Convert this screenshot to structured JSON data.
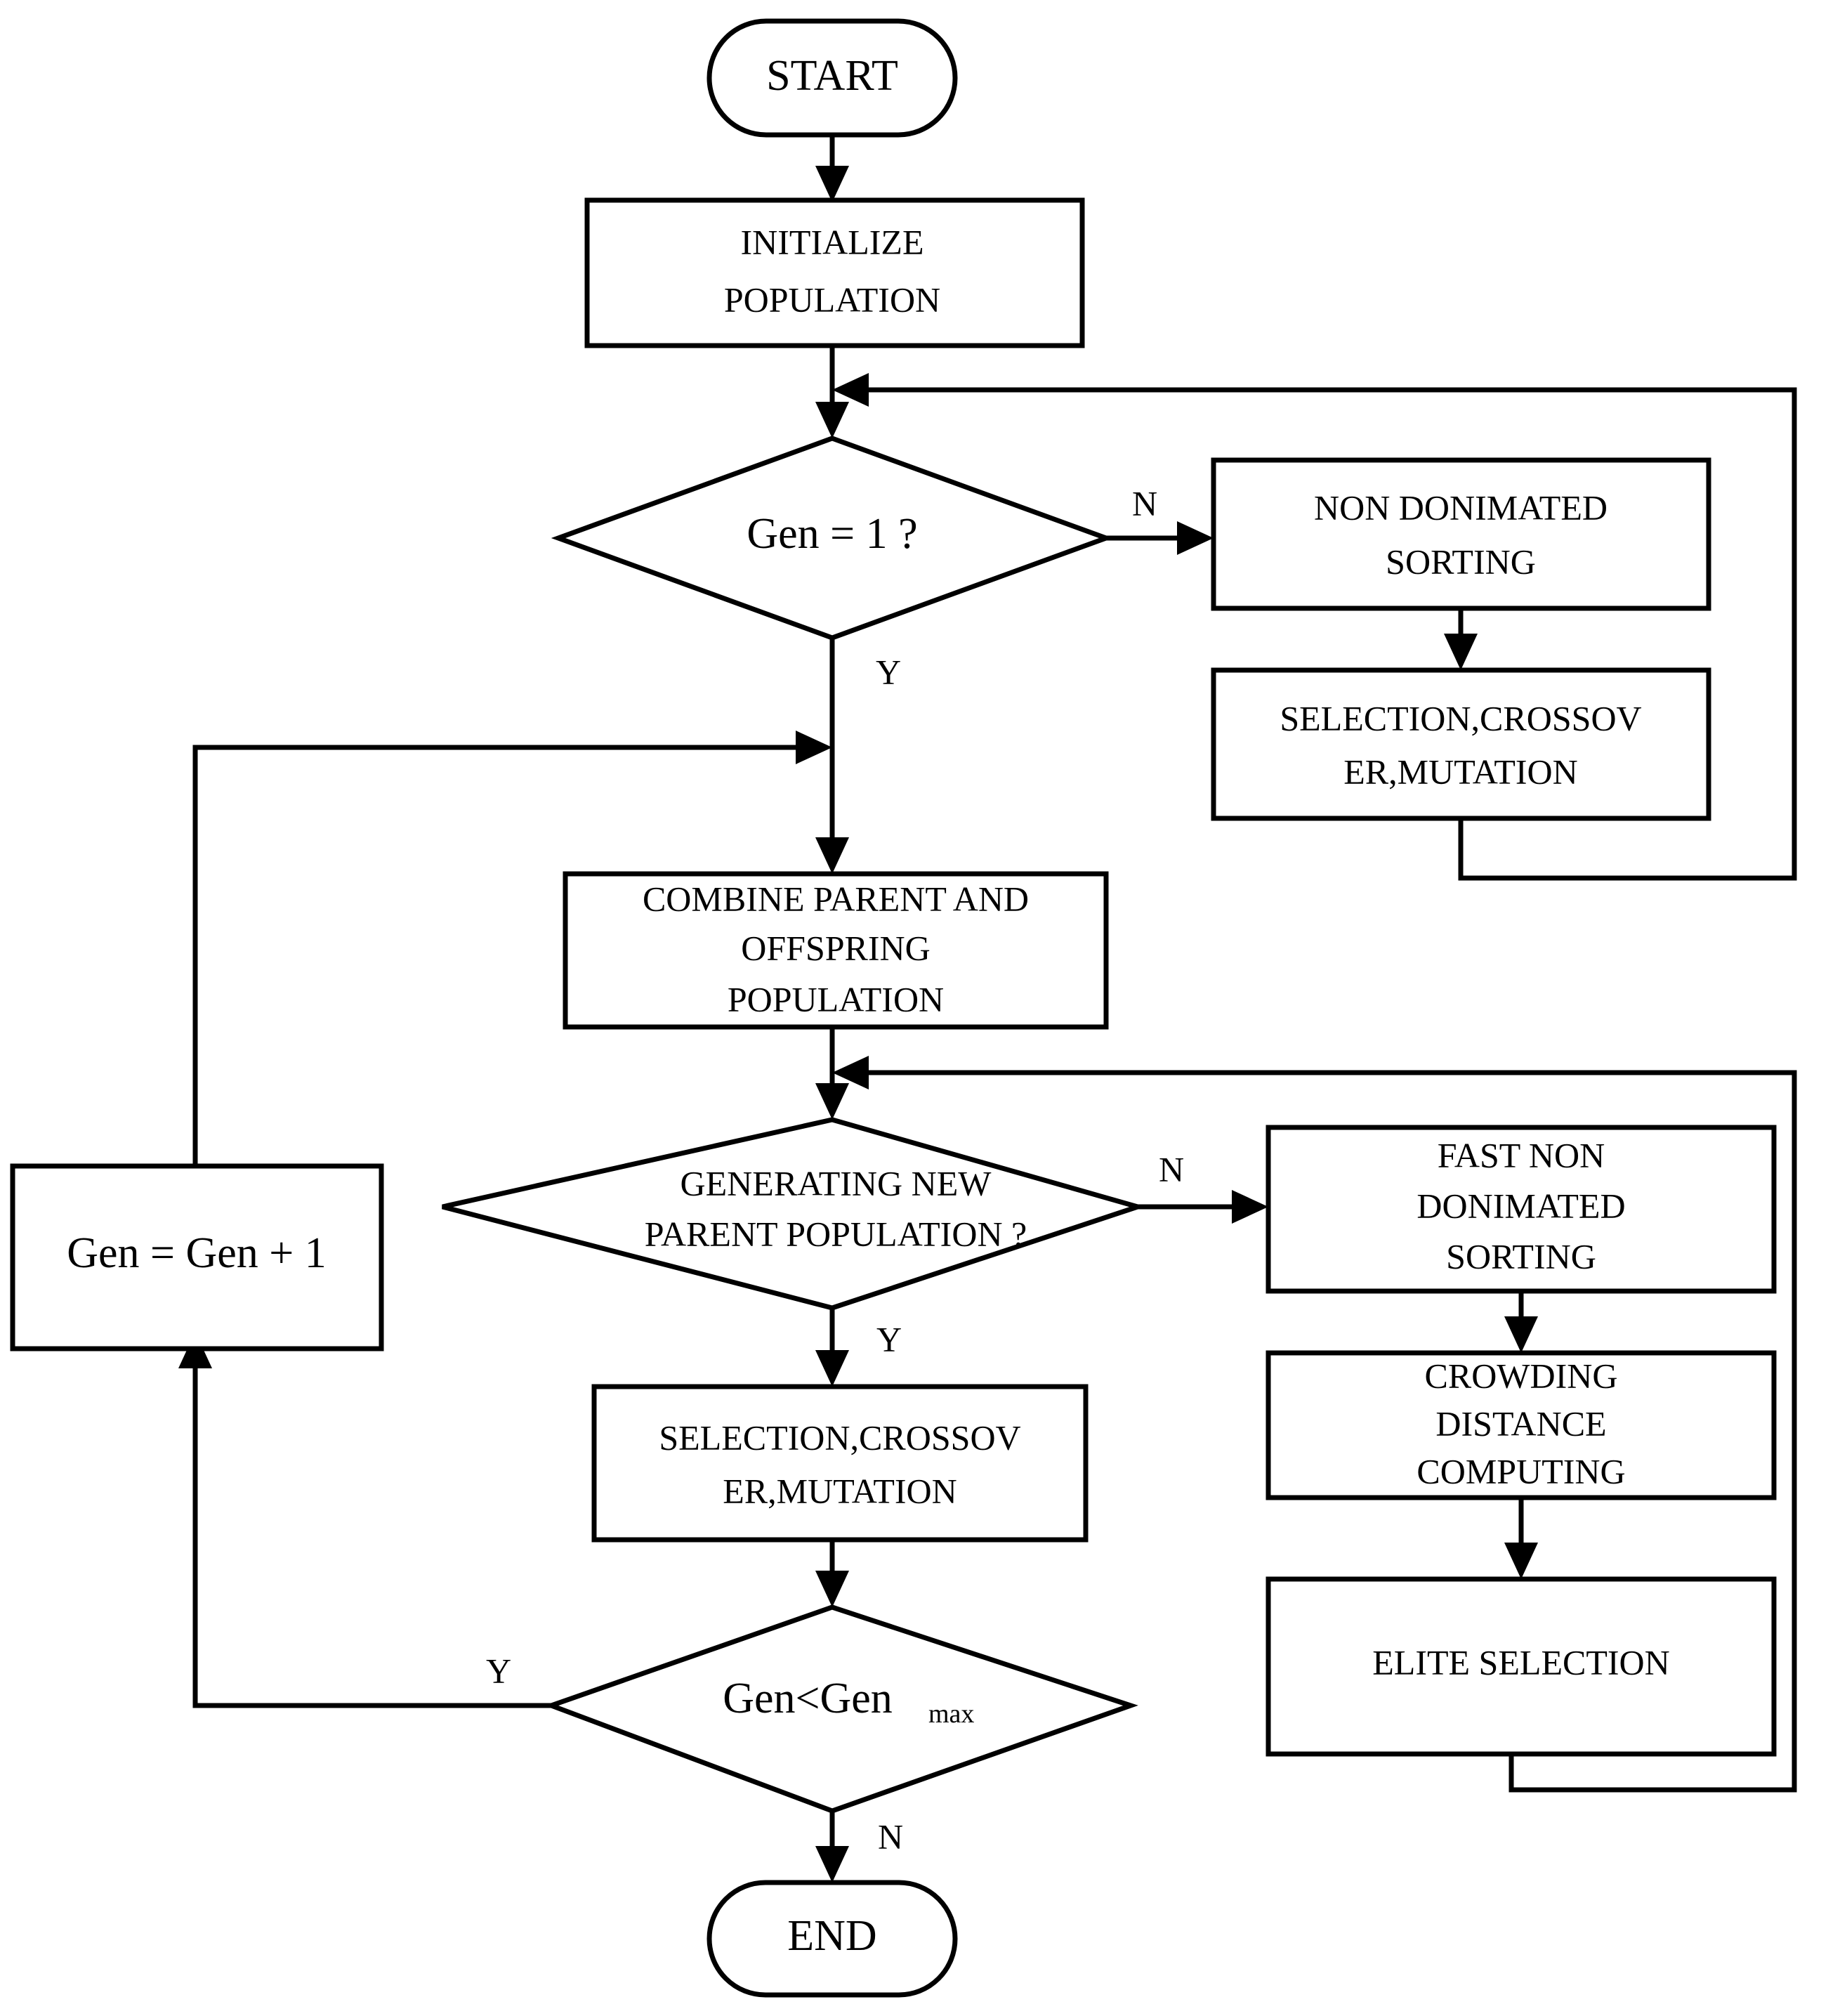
{
  "diagram": {
    "title": "NSGA-II Genetic Algorithm Flowchart",
    "type": "flowchart",
    "colors": {
      "stroke": "#000000",
      "fill": "#ffffff",
      "background": "#ffffff"
    }
  },
  "nodes": {
    "start": {
      "label": "START",
      "shape": "terminator"
    },
    "initialize_population": {
      "line1": "INITIALIZE",
      "line2": "POPULATION",
      "shape": "process"
    },
    "gen_is_one": {
      "label": "Gen = 1 ?",
      "shape": "decision"
    },
    "non_dominated_sorting": {
      "line1": "NON DONIMATED",
      "line2": "SORTING",
      "shape": "process"
    },
    "selection_crossover_mutation_top": {
      "line1": "SELECTION,CROSSOV",
      "line2": "ER,MUTATION",
      "shape": "process"
    },
    "combine_population": {
      "line1": "COMBINE PARENT AND",
      "line2": "OFFSPRING",
      "line3": "POPULATION",
      "shape": "process"
    },
    "generating_new_parent": {
      "line1": "GENERATING NEW",
      "line2": "PARENT POPULATION ?",
      "shape": "decision"
    },
    "gen_increment": {
      "label": "Gen = Gen + 1",
      "shape": "process"
    },
    "fast_non_dominated_sorting": {
      "line1": "FAST NON",
      "line2": "DONIMATED",
      "line3": "SORTING",
      "shape": "process"
    },
    "crowding_distance": {
      "line1": "CROWDING",
      "line2": "DISTANCE",
      "line3": "COMPUTING",
      "shape": "process"
    },
    "elite_selection": {
      "label": "ELITE SELECTION",
      "shape": "process"
    },
    "selection_crossover_mutation_bottom": {
      "line1": "SELECTION,CROSSOV",
      "line2": "ER,MUTATION",
      "shape": "process"
    },
    "gen_less_than_max": {
      "base": "Gen<Gen",
      "subscript": "max",
      "shape": "decision"
    },
    "end": {
      "label": "END",
      "shape": "terminator"
    }
  },
  "edge_labels": {
    "gen_is_one_no": "N",
    "gen_is_one_yes": "Y",
    "generating_new_parent_no": "N",
    "generating_new_parent_yes": "Y",
    "gen_less_than_max_yes": "Y",
    "gen_less_than_max_no": "N"
  }
}
